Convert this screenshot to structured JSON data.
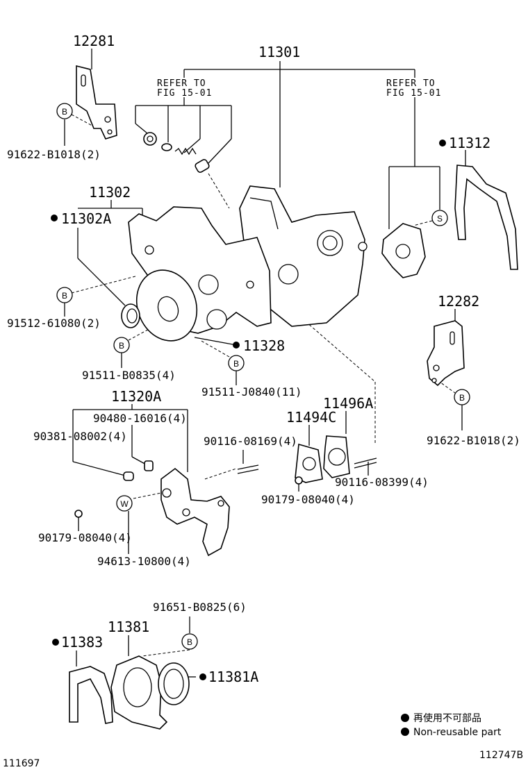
{
  "labels": {
    "p12281": "12281",
    "p11301": "11301",
    "refer_left_1": "REFER TO",
    "refer_left_2": "FIG 15-01",
    "refer_right_1": "REFER TO",
    "refer_right_2": "FIG 15-01",
    "p91622_a": "91622-B1018(2)",
    "p11312": "11312",
    "p11302": "11302",
    "p11302A": "11302A",
    "p91512": "91512-61080(2)",
    "p12282": "12282",
    "p11328": "11328",
    "p91511_b": "91511-B0835(4)",
    "p91511_j": "91511-J0840(11)",
    "p91622_b": "91622-B1018(2)",
    "p11320A": "11320A",
    "p90480": "90480-16016(4)",
    "p90381": "90381-08002(4)",
    "p11496A": "11496A",
    "p11494C": "11494C",
    "p90116_a": "90116-08169(4)",
    "p90116_b": "90116-08399(4)",
    "p90179_a": "90179-08040(4)",
    "p90179_b": "90179-08040(4)",
    "p94613": "94613-10800(4)",
    "p91651": "91651-B0825(6)",
    "p11381": "11381",
    "p11383": "11383",
    "p11381A": "11381A",
    "code_left": "111697",
    "code_right": "112747B"
  },
  "markers": {
    "B": "B",
    "S": "S",
    "W": "W"
  },
  "legend": {
    "jp": "再使用不可部品",
    "en": "Non-reusable part"
  }
}
